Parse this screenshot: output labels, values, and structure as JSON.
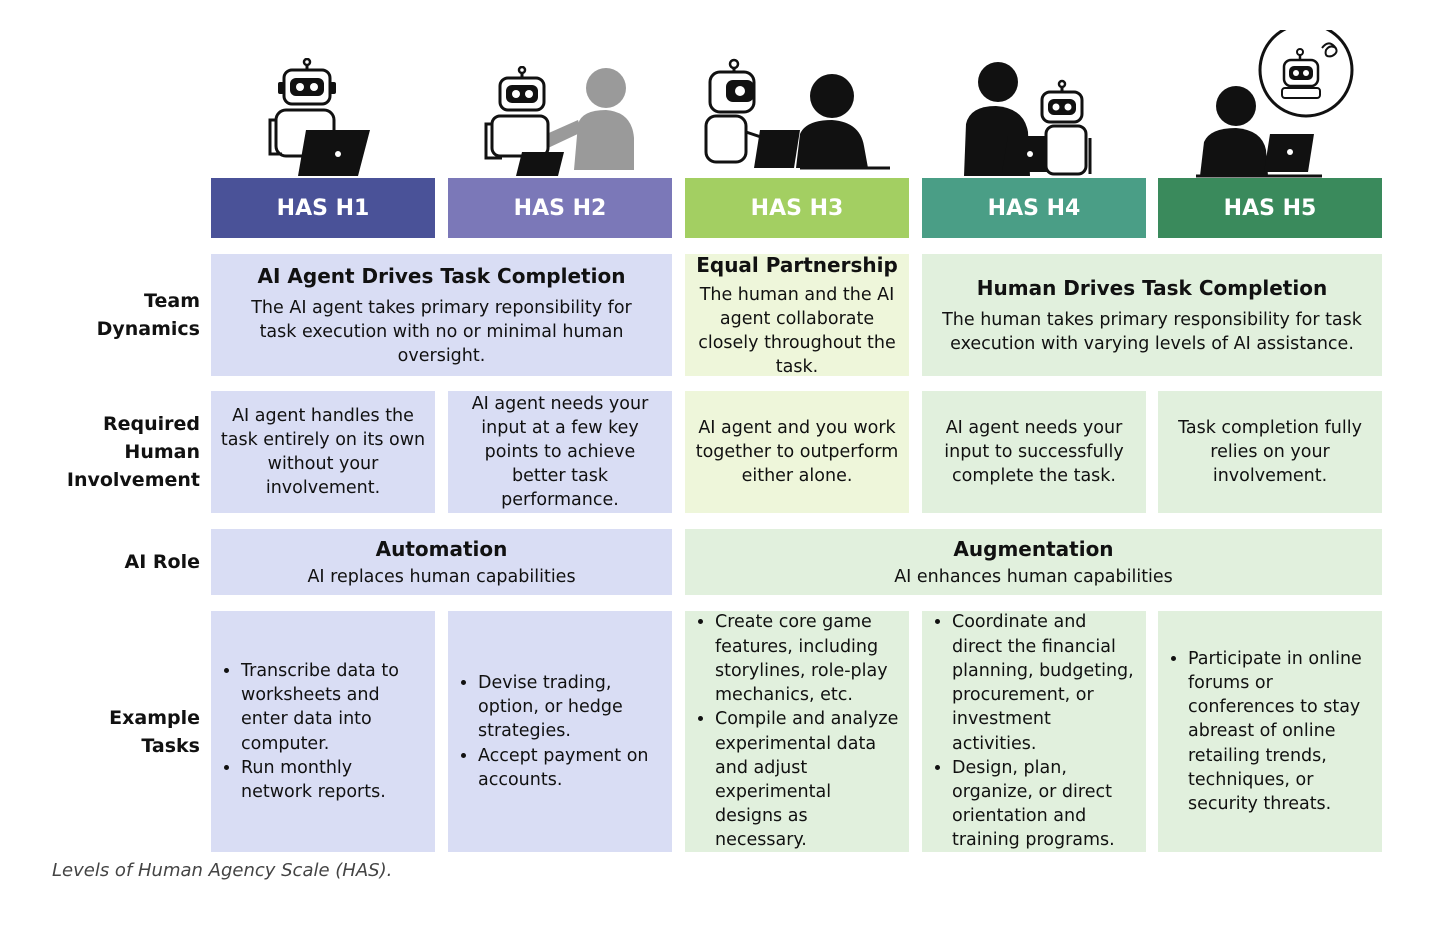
{
  "headers": [
    {
      "label": "HAS H1",
      "color": "#4a5298"
    },
    {
      "label": "HAS H2",
      "color": "#7b78b8"
    },
    {
      "label": "HAS H3",
      "color": "#a3cf62"
    },
    {
      "label": "HAS H4",
      "color": "#4a9e86"
    },
    {
      "label": "HAS H5",
      "color": "#3a8a5c"
    }
  ],
  "row_labels": {
    "team_dynamics": "Team\nDynamics",
    "required_involvement": "Required\nHuman\nInvolvement",
    "ai_role": "AI Role",
    "example_tasks": "Example\nTasks"
  },
  "team_dynamics": {
    "agent": {
      "title": "AI Agent Drives Task Completion",
      "text": "The AI agent takes primary reponsibility for task execution with no or minimal human oversight."
    },
    "equal": {
      "title": "Equal Partnership",
      "text": "The human and the AI agent collaborate closely throughout the task."
    },
    "human": {
      "title": "Human Drives Task Completion",
      "text": "The human takes primary responsibility for task execution with varying levels of AI assistance."
    }
  },
  "involvement": [
    "AI agent handles the task entirely on its own without your involvement.",
    "AI agent needs your input at a few key points to achieve better task performance.",
    "AI agent and you work together to outperform either alone.",
    "AI agent needs your input to successfully complete the task.",
    "Task completion fully relies on your involvement."
  ],
  "ai_role": {
    "automation": {
      "title": "Automation",
      "text": "AI replaces human capabilities"
    },
    "augmentation": {
      "title": "Augmentation",
      "text": "AI enhances human capabilities"
    }
  },
  "example_tasks": [
    [
      "Transcribe data to worksheets and enter data into computer.",
      "Run monthly network reports."
    ],
    [
      "Devise trading, option, or hedge strategies.",
      "Accept payment on accounts."
    ],
    [
      "Create core game features, including storylines, role-play mechanics, etc.",
      "Compile and analyze experimental data and adjust experimental designs as necessary."
    ],
    [
      "Coordinate and direct the financial planning, budgeting, procurement, or investment activities.",
      "Design, plan, organize, or direct orientation and training programs."
    ],
    [
      "Participate in online forums or conferences to stay abreast of online retailing trends, techniques, or security threats."
    ]
  ],
  "caption": "Levels of Human Agency Scale (HAS).",
  "icons": [
    "robot-with-laptop-icon",
    "robot-with-human-helper-icon",
    "robot-and-human-partners-icon",
    "human-with-robot-helper-icon",
    "human-thinking-of-robot-icon"
  ]
}
